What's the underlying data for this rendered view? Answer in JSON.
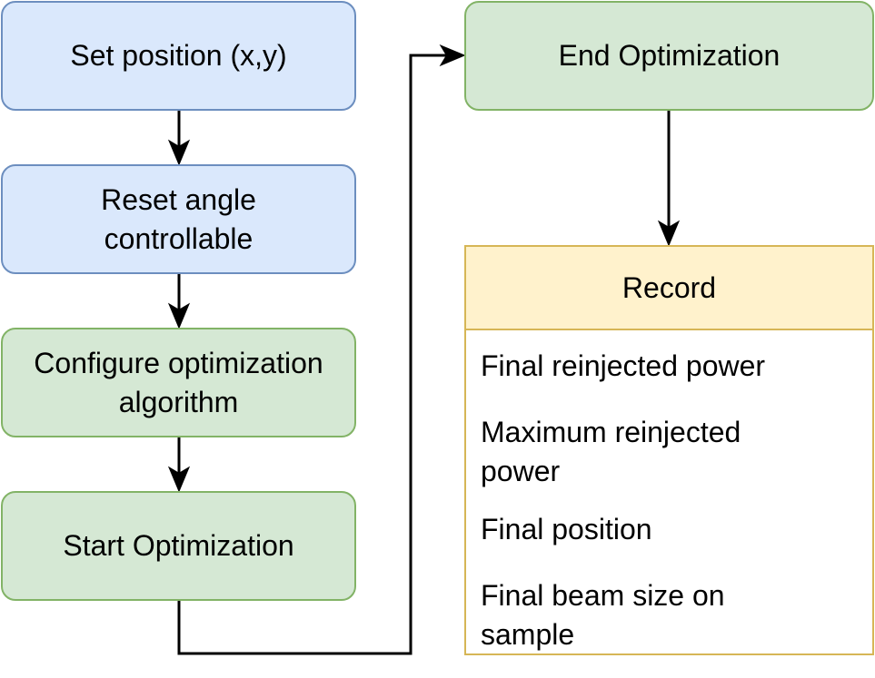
{
  "nodes": {
    "set_position": "Set position (x,y)",
    "reset_angle": "Reset angle controllable",
    "configure": "Configure optimization algorithm",
    "start": "Start Optimization",
    "end": "End Optimization"
  },
  "record": {
    "title": "Record",
    "items": [
      "Final reinjected power",
      "Maximum reinjected power",
      "Final position",
      "Final beam size on sample"
    ]
  },
  "colors": {
    "blue_fill": "#dae8fc",
    "blue_stroke": "#6c8ebf",
    "green_fill": "#d5e8d4",
    "green_stroke": "#82b366",
    "record_header_fill": "#fff2cc",
    "record_stroke": "#d6b656",
    "edge": "#000000"
  }
}
